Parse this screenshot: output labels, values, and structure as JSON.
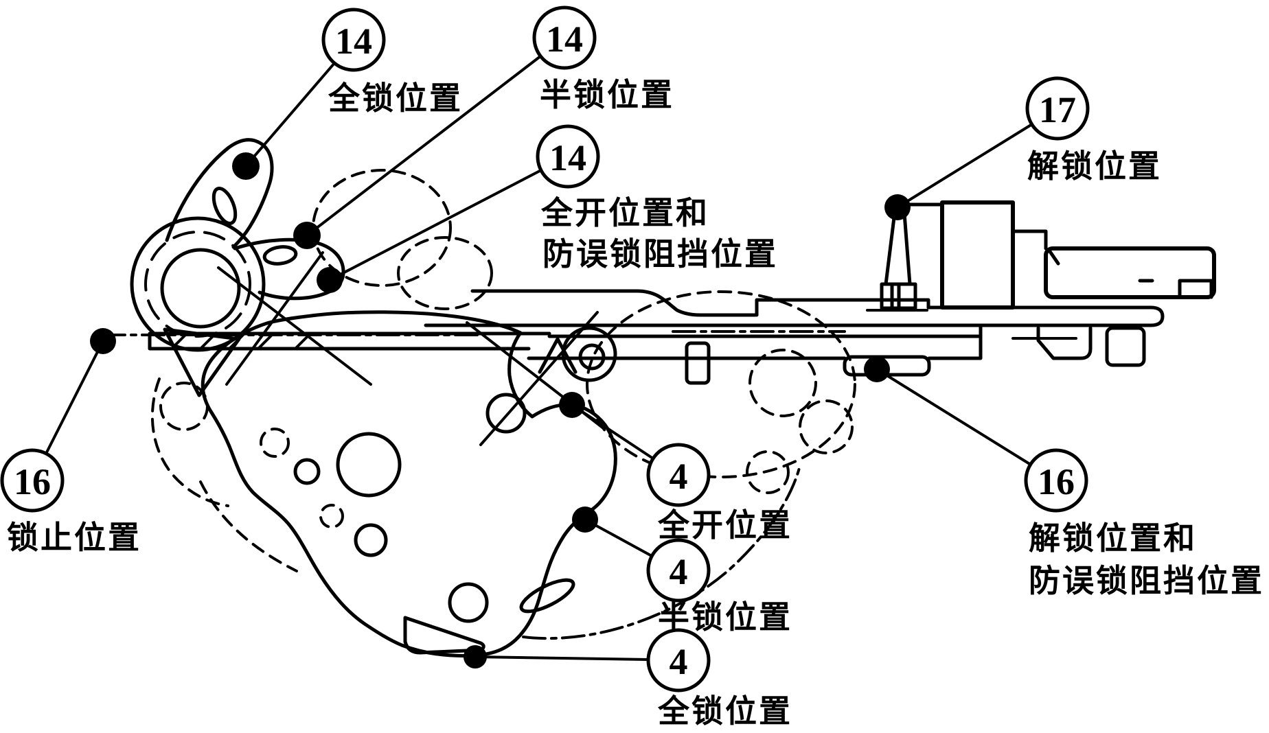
{
  "figure": {
    "background_color": "#ffffff",
    "line_color": "#000000",
    "callouts": [
      {
        "id": "14-full-lock",
        "number": "14",
        "label": "全锁位置"
      },
      {
        "id": "14-half-lock",
        "number": "14",
        "label": "半锁位置"
      },
      {
        "id": "14-full-open",
        "number": "14",
        "label_line1": "全开位置和",
        "label_line2": "防误锁阻挡位置"
      },
      {
        "id": "17-unlock",
        "number": "17",
        "label": "解锁位置"
      },
      {
        "id": "16-lock-stop",
        "number": "16",
        "label": "锁止位置"
      },
      {
        "id": "4-full-open",
        "number": "4",
        "label": "全开位置"
      },
      {
        "id": "4-half-lock",
        "number": "4",
        "label": "半锁位置"
      },
      {
        "id": "4-full-lock",
        "number": "4",
        "label": "全锁位置"
      },
      {
        "id": "16-unlock-block",
        "number": "16",
        "label_line1": "解锁位置和",
        "label_line2": "防误锁阻挡位置"
      }
    ]
  }
}
